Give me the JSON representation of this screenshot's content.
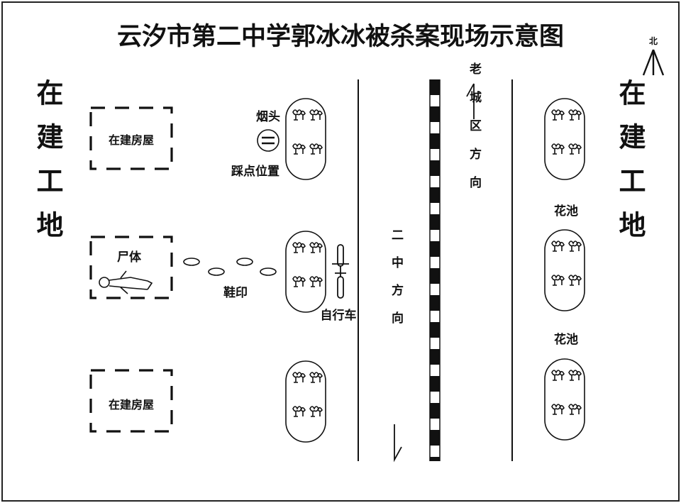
{
  "title": "云汐市第二中学郭冰冰被杀案现场示意图",
  "compass": {
    "label": "北"
  },
  "labels": {
    "site_left": "在建工地",
    "site_right": "在建工地",
    "building_top": "在建房屋",
    "building_bottom": "在建房屋",
    "body": "尸体",
    "footprints": "鞋印",
    "cigarette": "烟头",
    "stand_point": "踩点位置",
    "bicycle": "自行车",
    "dir_school": "二中方向",
    "dir_oldtown": "老城区方向",
    "flowerbed_1": "花池",
    "flowerbed_2": "花池"
  }
}
